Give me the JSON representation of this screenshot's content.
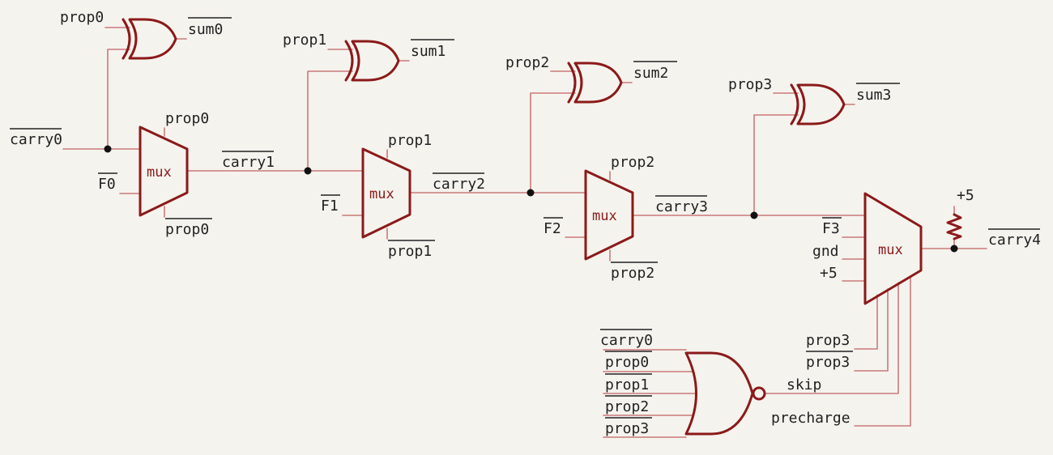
{
  "colors": {
    "background": "#f5f3ee",
    "gate": "#8b1a1a",
    "wire": "#c97a7a",
    "text": "#222222",
    "junction": "#111111"
  },
  "stage0": {
    "in_carry": "carry0",
    "xor_in": "prop0",
    "xor_out": "sum0",
    "mux_top": "prop0",
    "mux_f": "F0",
    "mux_bottom": "prop0",
    "mux_label": "mux",
    "out_carry": "carry1"
  },
  "stage1": {
    "xor_in": "prop1",
    "xor_out": "sum1",
    "mux_top": "prop1",
    "mux_f": "F1",
    "mux_bottom": "prop1",
    "mux_label": "mux",
    "out_carry": "carry2"
  },
  "stage2": {
    "xor_in": "prop2",
    "xor_out": "sum2",
    "mux_top": "prop2",
    "mux_f": "F2",
    "mux_bottom": "prop2",
    "mux_label": "mux",
    "out_carry": "carry3"
  },
  "stage3": {
    "xor_in": "prop3",
    "xor_out": "sum3",
    "mux_f": "F3",
    "mux_gnd": "gnd",
    "mux_p5": "+5",
    "mux_label": "mux",
    "pullup": "+5",
    "out_carry": "carry4",
    "sel1": "prop3",
    "sel2": "prop3",
    "skip": "skip",
    "precharge": "precharge"
  },
  "nor_inputs": [
    "carry0",
    "prop0",
    "prop1",
    "prop2",
    "prop3"
  ]
}
